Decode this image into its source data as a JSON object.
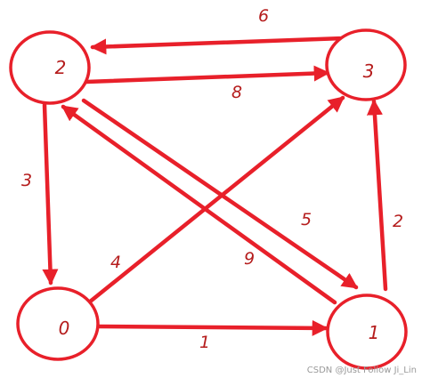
{
  "graph": {
    "edge_color": "#e8202a",
    "label_color": "#b51c1c",
    "directed": true,
    "nodes": [
      {
        "id": "0",
        "label": "0"
      },
      {
        "id": "1",
        "label": "1"
      },
      {
        "id": "2",
        "label": "2"
      },
      {
        "id": "3",
        "label": "3"
      }
    ],
    "edges": [
      {
        "from": "0",
        "to": "1",
        "weight": "1"
      },
      {
        "from": "0",
        "to": "3",
        "weight": "4"
      },
      {
        "from": "1",
        "to": "2",
        "weight": "9"
      },
      {
        "from": "1",
        "to": "3",
        "weight": "2"
      },
      {
        "from": "2",
        "to": "0",
        "weight": "3"
      },
      {
        "from": "2",
        "to": "1",
        "weight": "5"
      },
      {
        "from": "2",
        "to": "3",
        "weight": "8"
      },
      {
        "from": "3",
        "to": "2",
        "weight": "6"
      }
    ]
  },
  "watermark": "CSDN @Just Follow Ji_Lin"
}
